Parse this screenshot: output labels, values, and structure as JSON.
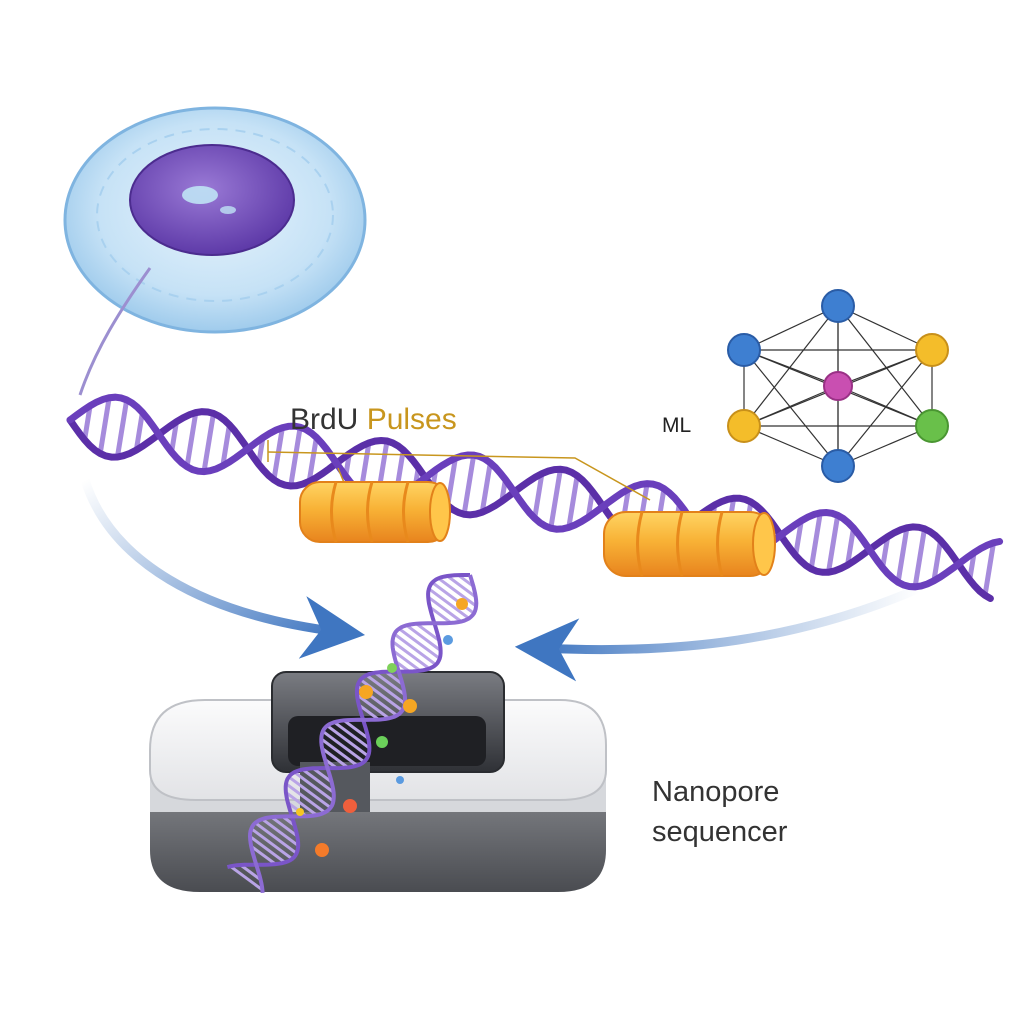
{
  "labels": {
    "brdu_part1": "BrdU",
    "brdu_part2": " Pulses",
    "ml": "ML",
    "nanopore_line1": "Nanopore",
    "nanopore_line2": "sequencer"
  },
  "colors": {
    "dna_strand": "#5b2fa8",
    "dna_rung": "#a68bdc",
    "brdu_segment": "#f6a423",
    "cell_membrane": "#bcdcf3",
    "nucleus": "#7b57c4",
    "flow_arrow": "#5f8cc8",
    "node_blue": "#3e7fd1",
    "node_yellow": "#f4bd2a",
    "node_magenta": "#c94fb1",
    "node_green": "#69c04a",
    "device_body": "#e8e9ec",
    "device_base": "#6b6d72"
  },
  "icons": [
    "cell-icon",
    "dna-helix-icon",
    "brdu-segment-icon",
    "neural-network-icon",
    "nanopore-sequencer-icon",
    "flow-arrow-icon"
  ]
}
